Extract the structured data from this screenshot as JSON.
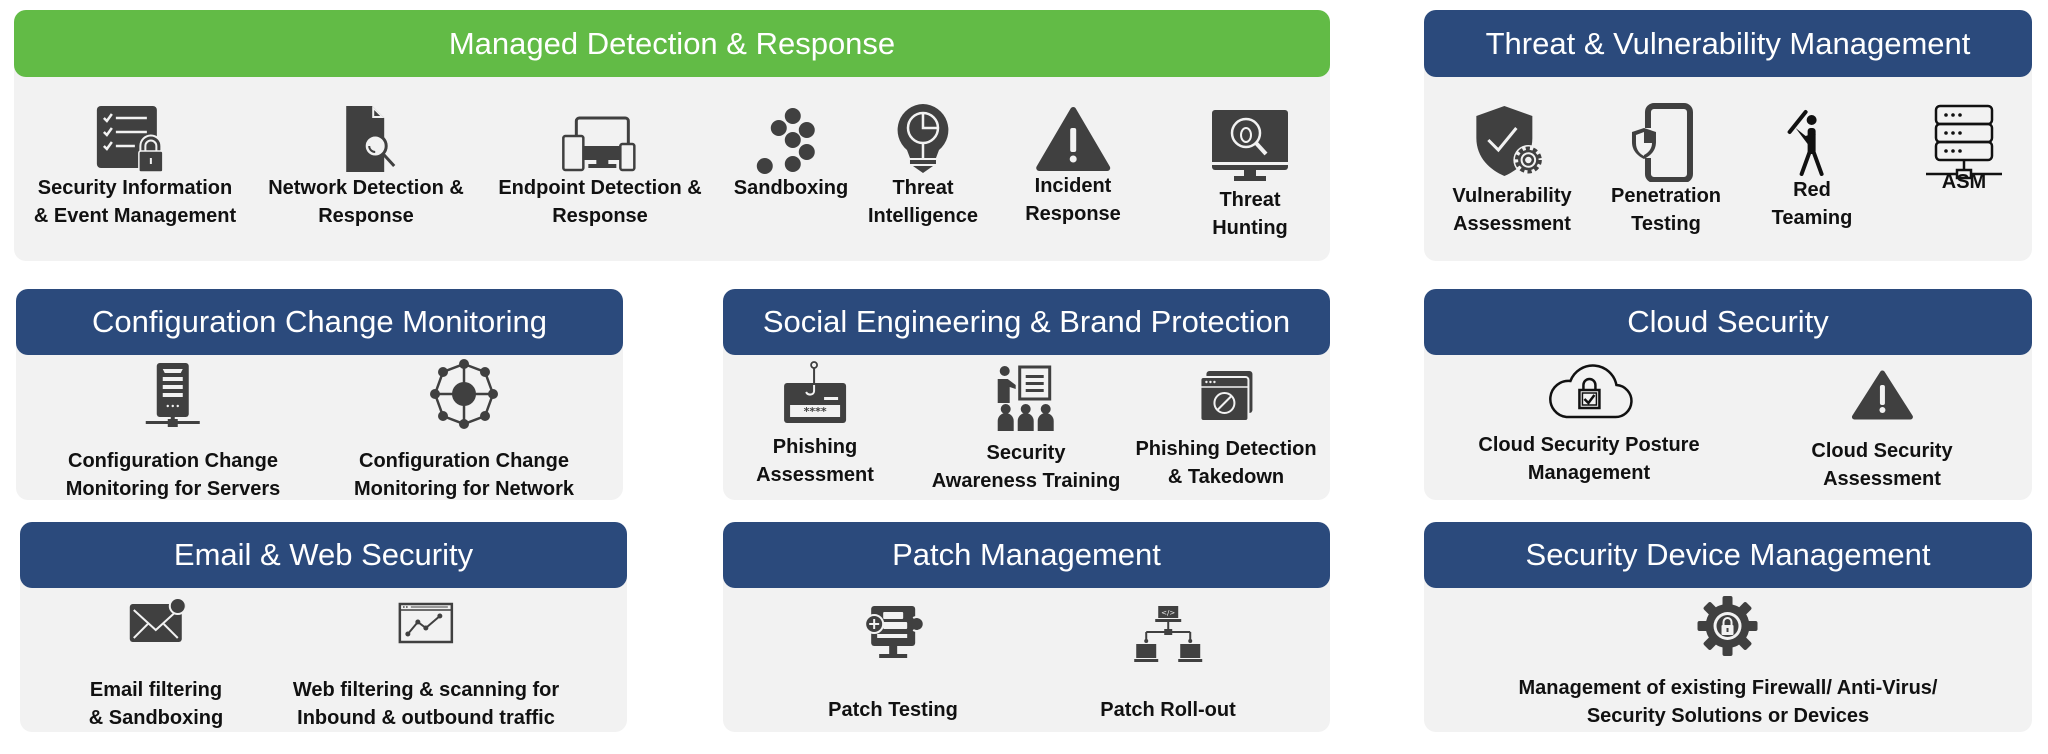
{
  "colors": {
    "green_header": "#62bb46",
    "blue_header": "#2b4a7c",
    "panel_bg": "#f2f2f2",
    "icon": "#404040"
  },
  "sections": {
    "mdr": {
      "title": "Managed Detection & Response",
      "items": [
        {
          "icon": "checklist-lock-icon",
          "line1": "Security Information",
          "line2": "& Event Management"
        },
        {
          "icon": "document-search-icon",
          "line1": "Network Detection &",
          "line2": "Response"
        },
        {
          "icon": "devices-icon",
          "line1": "Endpoint Detection &",
          "line2": "Response"
        },
        {
          "icon": "dots-cluster-icon",
          "line1": "Sandboxing",
          "line2": ""
        },
        {
          "icon": "lightbulb-chart-icon",
          "line1": "Threat",
          "line2": "Intelligence"
        },
        {
          "icon": "warning-triangle-icon",
          "line1": "Incident",
          "line2": "Response"
        },
        {
          "icon": "monitor-bug-search-icon",
          "line1": "Threat",
          "line2": "Hunting"
        }
      ]
    },
    "tvm": {
      "title": "Threat & Vulnerability Management",
      "items": [
        {
          "icon": "shield-check-gear-icon",
          "line1": "Vulnerability",
          "line2": "Assessment"
        },
        {
          "icon": "phone-shield-icon",
          "line1": "Penetration",
          "line2": "Testing"
        },
        {
          "icon": "person-bat-icon",
          "line1": "Red",
          "line2": "Teaming"
        },
        {
          "icon": "server-stack-network-icon",
          "line1": "ASM",
          "line2": ""
        }
      ]
    },
    "ccm": {
      "title": "Configuration Change Monitoring",
      "items": [
        {
          "icon": "server-tower-icon",
          "line1": "Configuration Change",
          "line2": "Monitoring for Servers"
        },
        {
          "icon": "network-hub-icon",
          "line1": "Configuration Change",
          "line2": "Monitoring for Network"
        }
      ]
    },
    "se": {
      "title": "Social Engineering & Brand Protection",
      "items": [
        {
          "icon": "phishing-hook-card-icon",
          "line1": "Phishing",
          "line2": "Assessment"
        },
        {
          "icon": "presenter-audience-icon",
          "line1": "Security",
          "line2": "Awareness Training"
        },
        {
          "icon": "browser-block-icon",
          "line1": "Phishing Detection",
          "line2": "& Takedown"
        }
      ]
    },
    "cloud": {
      "title": "Cloud Security",
      "items": [
        {
          "icon": "cloud-lock-icon",
          "line1": "Cloud Security Posture",
          "line2": "Management"
        },
        {
          "icon": "warning-triangle-icon",
          "line1": "Cloud Security",
          "line2": "Assessment"
        }
      ]
    },
    "email": {
      "title": "Email & Web Security",
      "items": [
        {
          "icon": "envelope-notification-icon",
          "line1": "Email filtering",
          "line2": "& Sandboxing"
        },
        {
          "icon": "browser-chart-icon",
          "line1": "Web filtering & scanning for",
          "line2": "Inbound & outbound traffic"
        }
      ]
    },
    "patch": {
      "title": "Patch Management",
      "items": [
        {
          "icon": "monitor-wrench-icon",
          "line1": "Patch Testing",
          "line2": ""
        },
        {
          "icon": "computer-hierarchy-icon",
          "line1": "Patch Roll-out",
          "line2": ""
        }
      ]
    },
    "sdm": {
      "title": "Security Device Management",
      "items": [
        {
          "icon": "gear-lock-icon",
          "line1": "Management of existing Firewall/ Anti-Virus/",
          "line2": "Security Solutions or Devices"
        }
      ]
    }
  }
}
